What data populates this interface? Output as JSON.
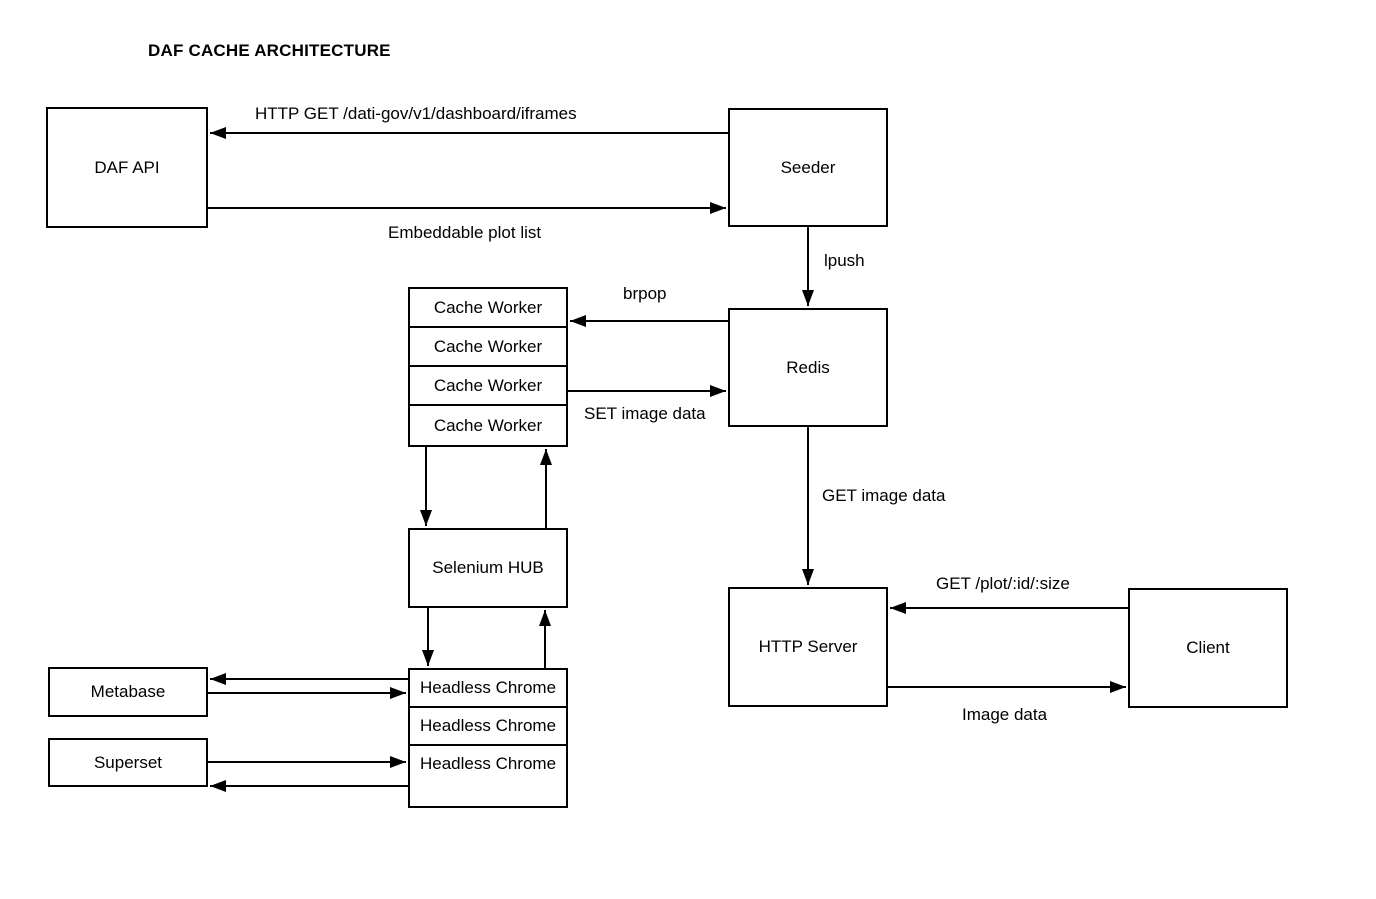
{
  "title": "DAF CACHE ARCHITECTURE",
  "nodes": {
    "daf_api": {
      "label": "DAF API"
    },
    "seeder": {
      "label": "Seeder"
    },
    "redis": {
      "label": "Redis"
    },
    "selenium_hub": {
      "label": "Selenium HUB"
    },
    "metabase": {
      "label": "Metabase"
    },
    "superset": {
      "label": "Superset"
    },
    "http_server": {
      "label": "HTTP Server"
    },
    "client": {
      "label": "Client"
    }
  },
  "stacks": {
    "cache_workers": {
      "rows": [
        "Cache Worker",
        "Cache Worker",
        "Cache Worker",
        "Cache Worker"
      ]
    },
    "headless_chrome": {
      "rows": [
        "Headless Chrome",
        "Headless Chrome",
        "Headless Chrome"
      ]
    }
  },
  "edge_labels": {
    "http_get": "HTTP GET /dati-gov/v1/dashboard/iframes",
    "embeddable_plot_list": "Embeddable plot list",
    "lpush": "lpush",
    "brpop": "brpop",
    "set_image_data": "SET image data",
    "get_image_data": "GET image data",
    "get_plot": "GET /plot/:id/:size",
    "image_data": "Image data"
  },
  "colors": {
    "stroke": "#000000",
    "text": "#000000",
    "background": "#ffffff"
  }
}
